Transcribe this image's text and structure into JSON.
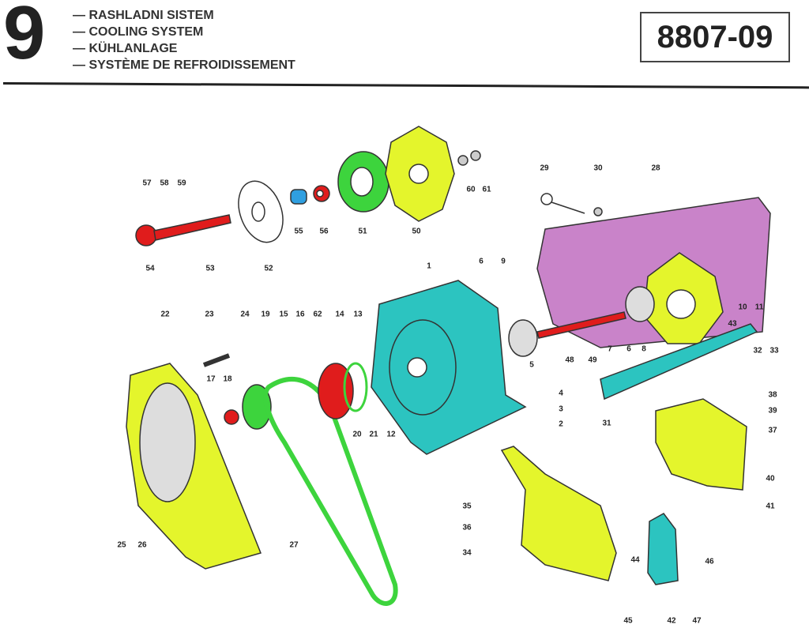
{
  "header": {
    "section_number": "9",
    "titles": [
      "RASHLADNI SISTEM",
      "COOLING SYSTEM",
      "KÜHLANLAGE",
      "SYSTÈME DE REFROIDISSEMENT"
    ],
    "code": "8807-09"
  },
  "colors": {
    "housing": "#c983c9",
    "blower": "#2cc4c0",
    "fan": "#e4f52c",
    "green": "#3dd43d",
    "red": "#e01c1c",
    "blue": "#2f9fe0"
  },
  "part_labels": [
    "57",
    "58",
    "59",
    "54",
    "53",
    "52",
    "55",
    "56",
    "51",
    "50",
    "60",
    "61",
    "29",
    "30",
    "28",
    "1",
    "6",
    "9",
    "10",
    "11",
    "43",
    "7",
    "6",
    "8",
    "32",
    "33",
    "22",
    "23",
    "24",
    "19",
    "15",
    "16",
    "62",
    "14",
    "13",
    "17",
    "18",
    "20",
    "21",
    "12",
    "5",
    "4",
    "3",
    "2",
    "48",
    "49",
    "31",
    "38",
    "39",
    "37",
    "40",
    "41",
    "35",
    "36",
    "34",
    "25",
    "26",
    "27",
    "44",
    "45",
    "42",
    "46",
    "47"
  ]
}
